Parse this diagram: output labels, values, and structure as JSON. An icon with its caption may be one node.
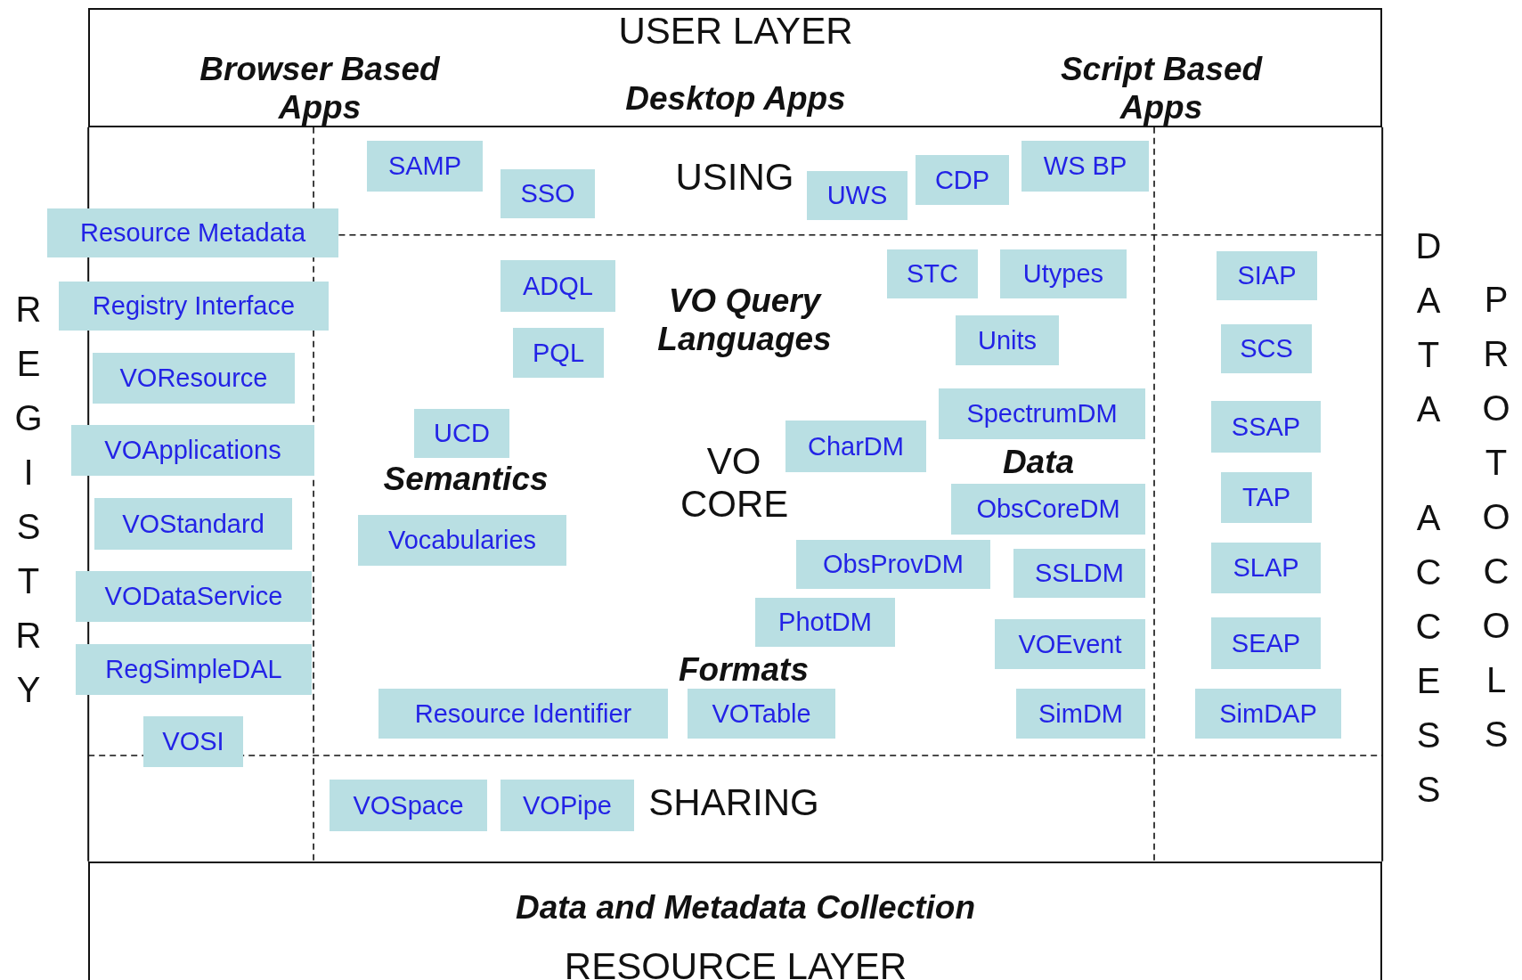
{
  "diagram": {
    "nodes": [
      {
        "text": [
          "USER LAYER",
          "Browser Based Apps",
          "Desktop Apps",
          "Script Based Apps"
        ]
      },
      {
        "text": [
          "SAMP"
        ]
      },
      {
        "text": [
          "SSO"
        ]
      },
      {
        "text": [
          "UWS"
        ]
      },
      {
        "text": [
          "CDP"
        ]
      },
      {
        "text": [
          "WS BP"
        ]
      },
      {
        "text": [
          "Resource Metadata"
        ]
      },
      {
        "text": [
          "ADQL"
        ]
      },
      {
        "text": [
          "PQL"
        ]
      },
      {
        "text": [
          "STC"
        ]
      },
      {
        "text": [
          "Utypes"
        ]
      },
      {
        "text": [
          "Units"
        ]
      },
      {
        "text": [
          "SIAP"
        ]
      },
      {
        "text": [
          "Registry Interface"
        ]
      },
      {
        "text": [
          "SCS"
        ]
      },
      {
        "text": [
          "VOResource"
        ]
      },
      {
        "text": [
          "UCD"
        ]
      },
      {
        "text": [
          "CharDM"
        ]
      },
      {
        "text": [
          "SpectrumDM"
        ]
      },
      {
        "text": [
          "SSAP"
        ]
      },
      {
        "text": [
          "VOApplications"
        ]
      },
      {
        "text": [
          "ObsCoreDM"
        ]
      },
      {
        "text": [
          "TAP"
        ]
      },
      {
        "text": [
          "VOStandard"
        ]
      },
      {
        "text": [
          "Vocabularies"
        ]
      },
      {
        "text": [
          "ObsProvDM"
        ]
      },
      {
        "text": [
          "SSLDM"
        ]
      },
      {
        "text": [
          "SLAP"
        ]
      },
      {
        "text": [
          "VODataService"
        ]
      },
      {
        "text": [
          "PhotDM"
        ]
      },
      {
        "text": [
          "RegSimpleDAL"
        ]
      },
      {
        "text": [
          "VOEvent"
        ]
      },
      {
        "text": [
          "SEAP"
        ]
      },
      {
        "text": [
          "Resource Identifier"
        ]
      },
      {
        "text": [
          "VOTable"
        ]
      },
      {
        "text": [
          "SimDM"
        ]
      },
      {
        "text": [
          "SimDAP"
        ]
      },
      {
        "text": [
          "VOSI"
        ]
      },
      {
        "text": [
          "VOSpace"
        ]
      },
      {
        "text": [
          "VOPipe"
        ]
      },
      {
        "text": [
          "Data and Metadata Collection",
          "RESOURCE LAYER"
        ]
      }
    ],
    "labels": [
      "USING",
      "DATA ACCESS",
      "PROTOCOLS",
      "REGISTRY",
      "VO Query Languages",
      "Semantics",
      "VO CORE",
      "Data",
      "Formats",
      "SHARING"
    ]
  }
}
